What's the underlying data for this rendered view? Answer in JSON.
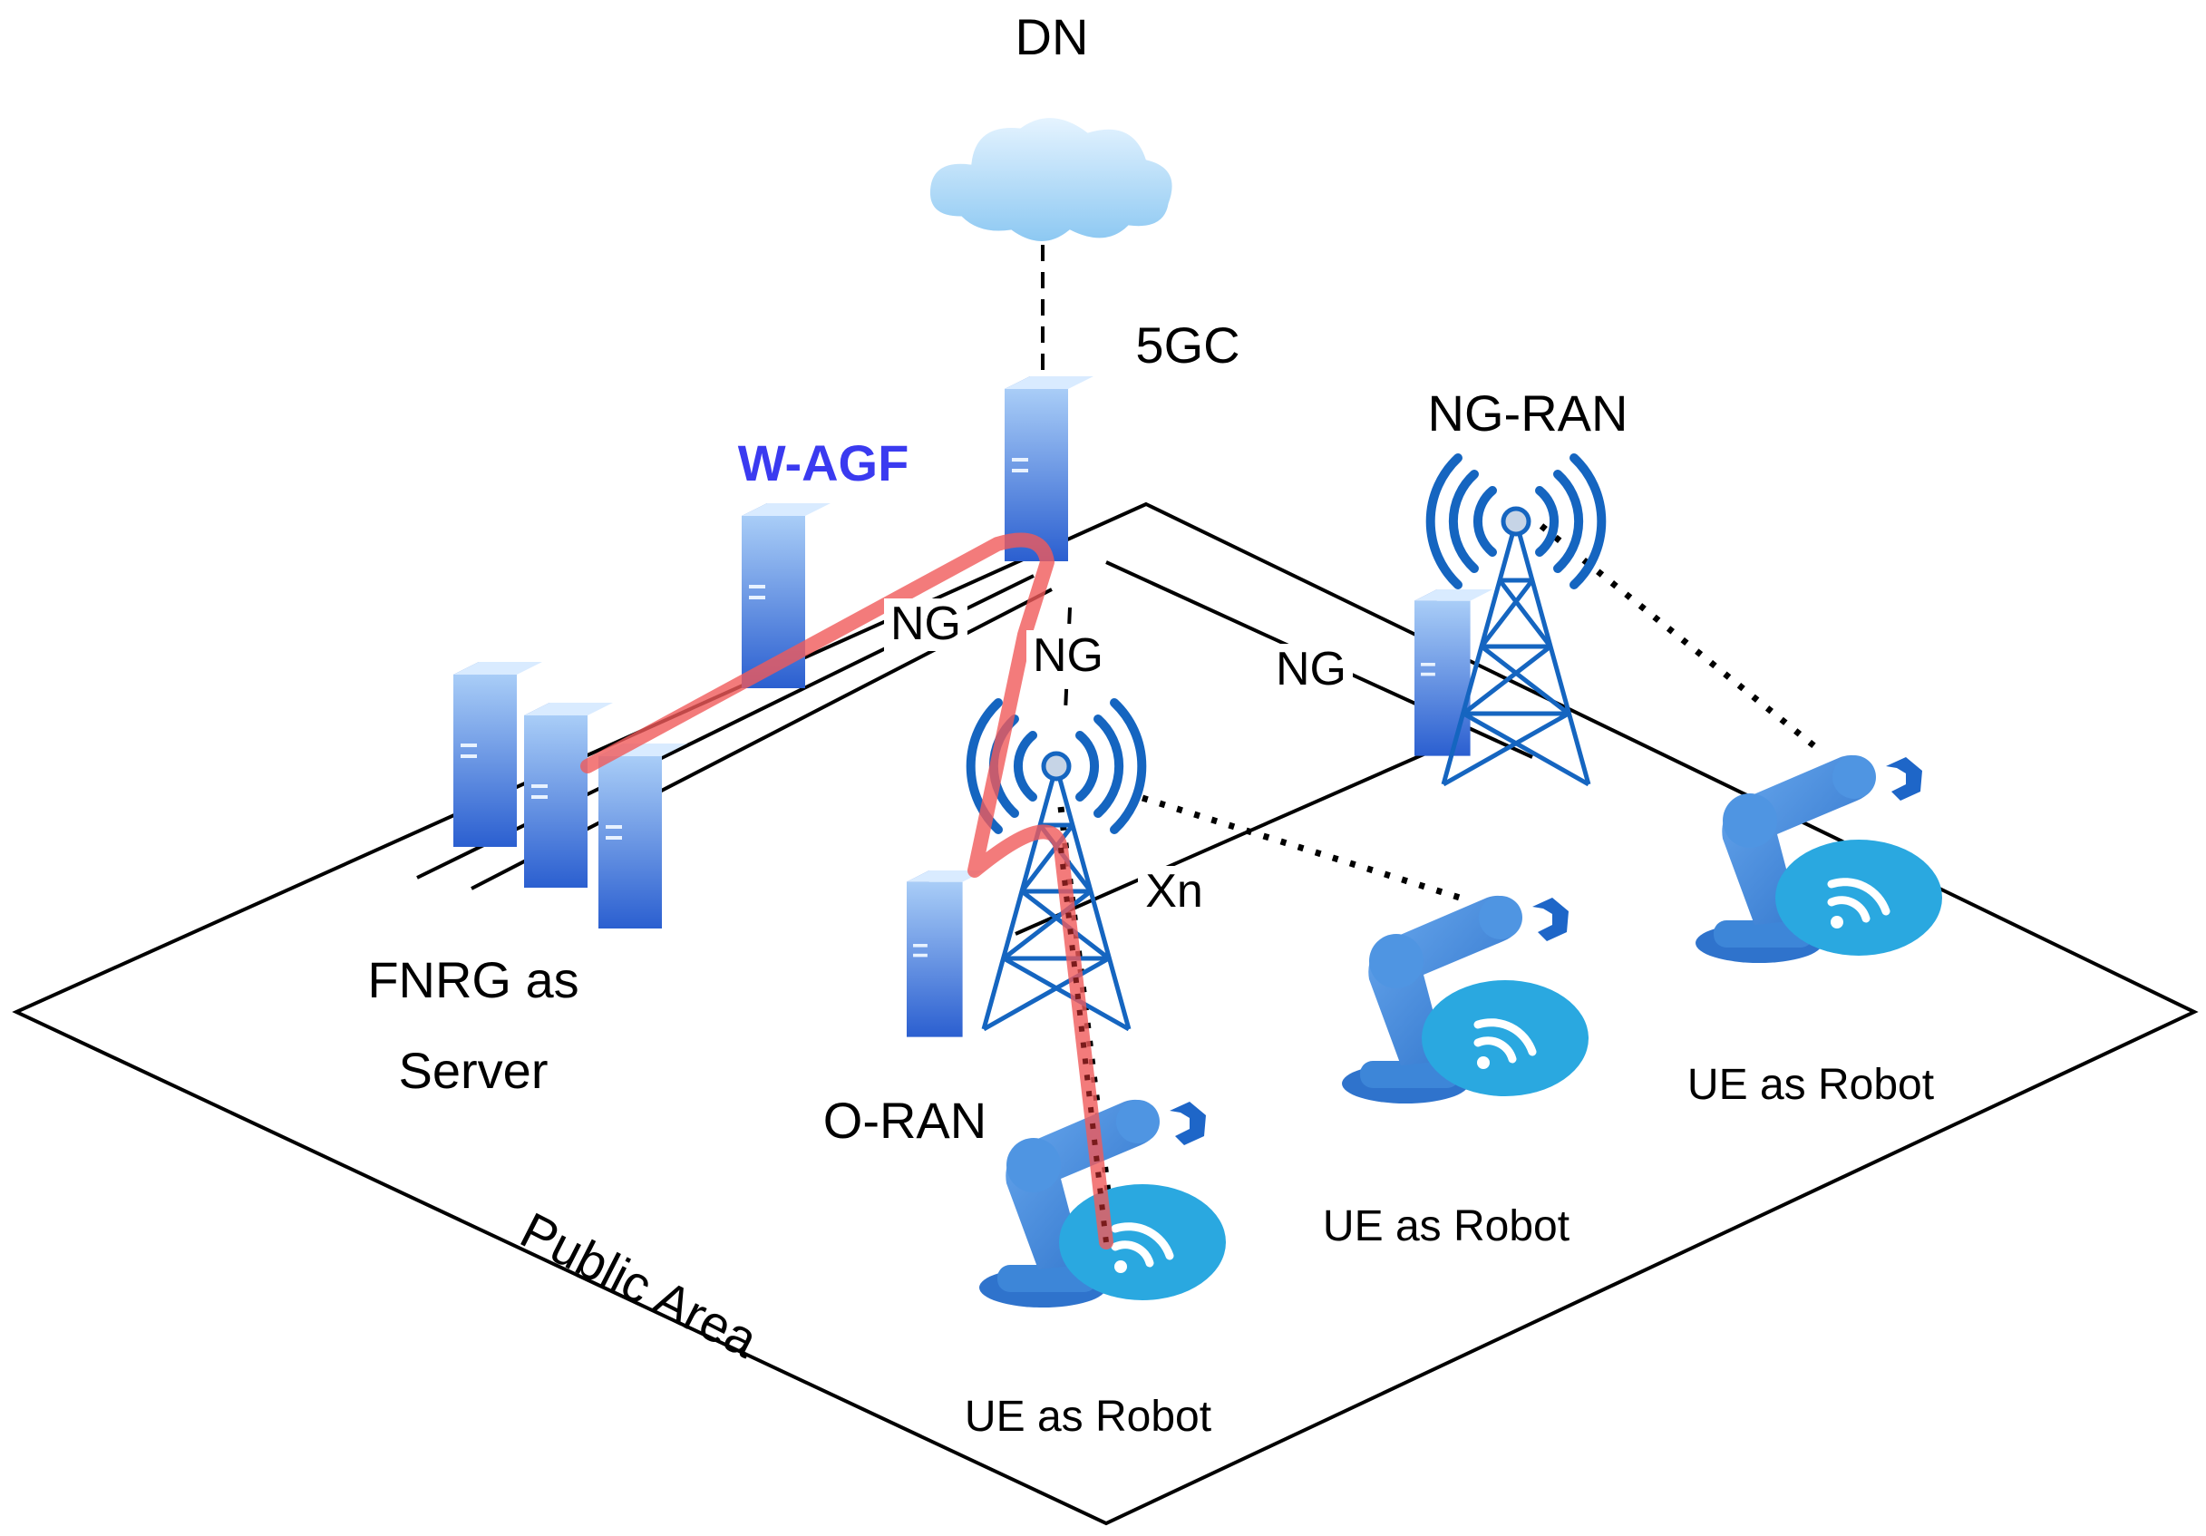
{
  "labels": {
    "dn": "DN",
    "core": "5GC",
    "ng_ran": "NG-RAN",
    "wagf": "W-AGF",
    "fnrg_line1": "FNRG as",
    "fnrg_line2": "Server",
    "oran": "O-RAN",
    "area": "Public Area",
    "ue1": "UE as Robot",
    "ue2": "UE as Robot",
    "ue3": "UE as Robot"
  },
  "interfaces": {
    "ng_wagf": "NG",
    "ng_oran": "NG",
    "ng_ngran": "NG",
    "xn": "Xn"
  },
  "icons": {
    "cloud": "cloud-icon",
    "server": "server-icon",
    "tower": "radio-tower-icon",
    "robot": "robot-arm-icon",
    "wifi": "wifi-icon"
  },
  "colors": {
    "wagf_label": "#3a3af0",
    "path_highlight": "#f05a5a",
    "server_top": "#9ec5f5",
    "server_bottom": "#1f4fb8",
    "tower": "#1565c0",
    "robot": "#3d86d8",
    "wifi_badge": "#2aa8e0",
    "cloud": "#9fd2f5"
  }
}
